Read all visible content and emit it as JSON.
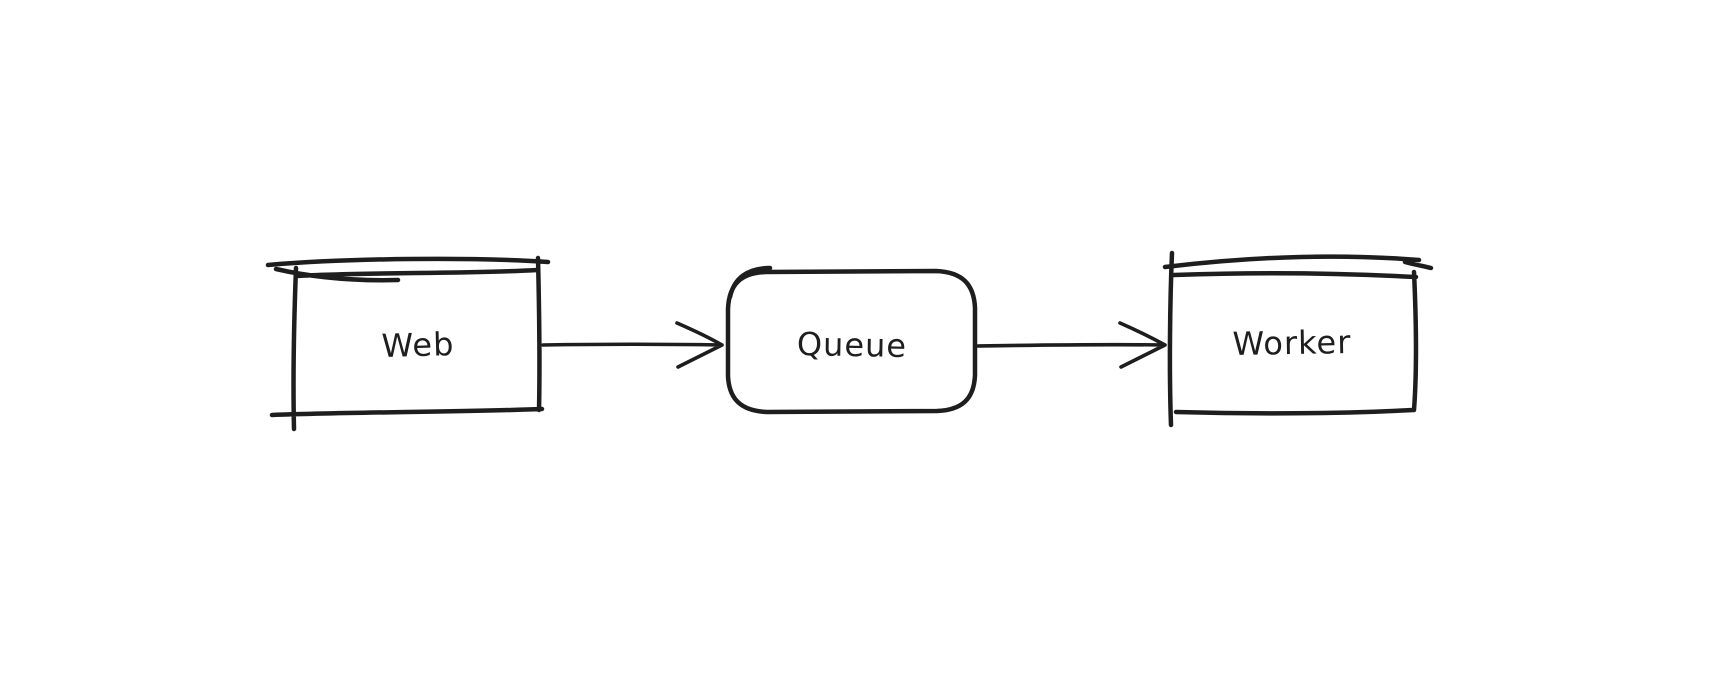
{
  "canvas": {
    "background_color": "#ffffff",
    "style": "hand-drawn-sketch"
  },
  "diagram": {
    "stroke_color": "#1e1e1e",
    "fill_color": "#ffffff",
    "nodes": [
      {
        "id": "web",
        "label": "Web",
        "shape": "rectangle"
      },
      {
        "id": "queue",
        "label": "Queue",
        "shape": "rounded-rectangle"
      },
      {
        "id": "worker",
        "label": "Worker",
        "shape": "rectangle"
      }
    ],
    "edges": [
      {
        "id": "web-to-queue",
        "from": "web",
        "to": "queue",
        "type": "arrow",
        "direction": "right"
      },
      {
        "id": "queue-to-worker",
        "from": "queue",
        "to": "worker",
        "type": "arrow",
        "direction": "right"
      }
    ]
  }
}
